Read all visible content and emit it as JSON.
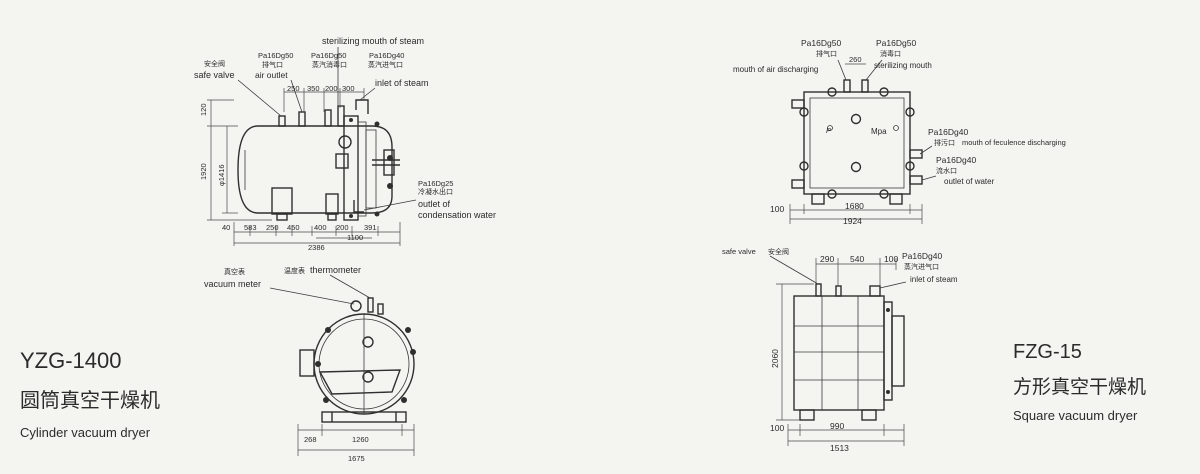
{
  "yzg": {
    "model": "YZG-1400",
    "name_cn": "圆筒真空干燥机",
    "name_en": "Cylinder vacuum dryer",
    "labels": {
      "sterilizing": "sterilizing mouth of steam",
      "pa_air": "Pa16Dg50",
      "pa_air_cn": "排气口",
      "air_outlet": "air outlet",
      "safe_cn": "安全阀",
      "safe": "safe valve",
      "pa_steam_dis": "Pa16Dg50",
      "pa_steam_dis_cn": "蒸汽消毒口",
      "pa_inlet": "Pa16Dg40",
      "pa_inlet_cn": "蒸汽进气口",
      "inlet": "inlet of steam",
      "pa_cond": "Pa16Dg25",
      "pa_cond_cn": "冷凝水出口",
      "outlet_cond_1": "outlet of",
      "outlet_cond_2": "condensation water"
    },
    "dims": {
      "top": [
        "250",
        "350",
        "200",
        "300"
      ],
      "h120": "120",
      "h1920": "1920",
      "h1416": "φ1416",
      "bottom": [
        "40",
        "583",
        "250",
        "450",
        "400",
        "200",
        "391"
      ],
      "b1100": "1100",
      "b2386": "2386"
    },
    "side": {
      "vac_cn": "真空表",
      "vac": "vacuum meter",
      "therm_cn": "温度表",
      "therm": "thermometer",
      "d268": "268",
      "d1260": "1260",
      "d1675": "1675"
    }
  },
  "fzg": {
    "model": "FZG-15",
    "name_cn": "方形真空干燥机",
    "name_en": "Square vacuum dryer",
    "front": {
      "pa_a": "Pa16Dg50",
      "pa_a_cn": "排气口",
      "pa_b": "Pa16Dg50",
      "pa_b_cn": "消毒口",
      "air_dis": "mouth of air discharging",
      "ster": "sterilizing mouth",
      "d260": "260",
      "p_mark": "P",
      "mpa": "Mpa",
      "pa_fec": "Pa16Dg40",
      "pa_fec_text": "mouth of feculence discharging",
      "pa_fec_cn": "排污口",
      "pa_out": "Pa16Dg40",
      "pa_out_cn": "流水口",
      "out_water": "outlet of water",
      "d100": "100",
      "d1680": "1680",
      "d1924": "1924"
    },
    "side": {
      "safe": "safe valve",
      "safe_cn": "安全阀",
      "d290": "290",
      "d540": "540",
      "d100": "100",
      "pa_in": "Pa16Dg40",
      "pa_in_cn": "蒸汽进气口",
      "inlet": "inlet of steam",
      "h2060": "2060",
      "d100b": "100",
      "d990": "990",
      "d1513": "1513"
    }
  }
}
